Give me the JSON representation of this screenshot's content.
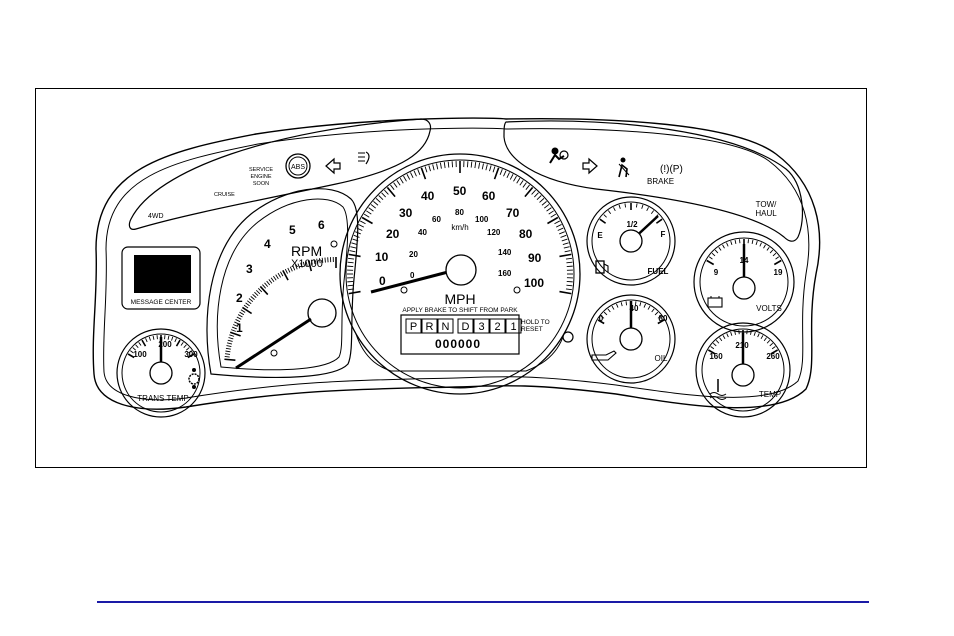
{
  "indicators": {
    "service_engine_soon": [
      "SERVICE",
      "ENGINE",
      "SOON"
    ],
    "cruise": "CRUISE",
    "four_wd": "4WD",
    "abs": "ABS",
    "brake": "BRAKE",
    "brake_symbol": "(!)(P)",
    "tow_haul": [
      "TOW/",
      "HAUL"
    ]
  },
  "message_center": {
    "label": "MESSAGE CENTER"
  },
  "tachometer": {
    "label": "RPM",
    "multiplier": "X1000",
    "scale": [
      "1",
      "2",
      "3",
      "4",
      "5",
      "6"
    ],
    "needle_value": 0
  },
  "speedometer": {
    "unit": "MPH",
    "metric_unit": "km/h",
    "mph_scale": [
      "0",
      "10",
      "20",
      "30",
      "40",
      "50",
      "60",
      "70",
      "80",
      "90",
      "100"
    ],
    "kmh_scale": [
      "0",
      "20",
      "40",
      "60",
      "80",
      "100",
      "120",
      "140",
      "160"
    ],
    "needle_value": 0
  },
  "prndl": {
    "notice": "APPLY BRAKE TO SHIFT FROM PARK",
    "gears": [
      "P",
      "R",
      "N",
      "D",
      "3",
      "2",
      "1"
    ],
    "odometer": "000000",
    "reset_label": [
      "HOLD TO",
      "RESET"
    ]
  },
  "trans_temp": {
    "label": "TRANS TEMP",
    "scale": [
      "100",
      "200",
      "300"
    ]
  },
  "fuel": {
    "label": "FUEL",
    "scale": [
      "E",
      "1/2",
      "F"
    ]
  },
  "oil": {
    "label": "OIL",
    "scale": [
      "0",
      "40",
      "80"
    ]
  },
  "volts": {
    "label": "VOLTS",
    "scale": [
      "9",
      "14",
      "19"
    ]
  },
  "temp": {
    "label": "TEMP",
    "scale": [
      "160",
      "210",
      "260"
    ]
  }
}
